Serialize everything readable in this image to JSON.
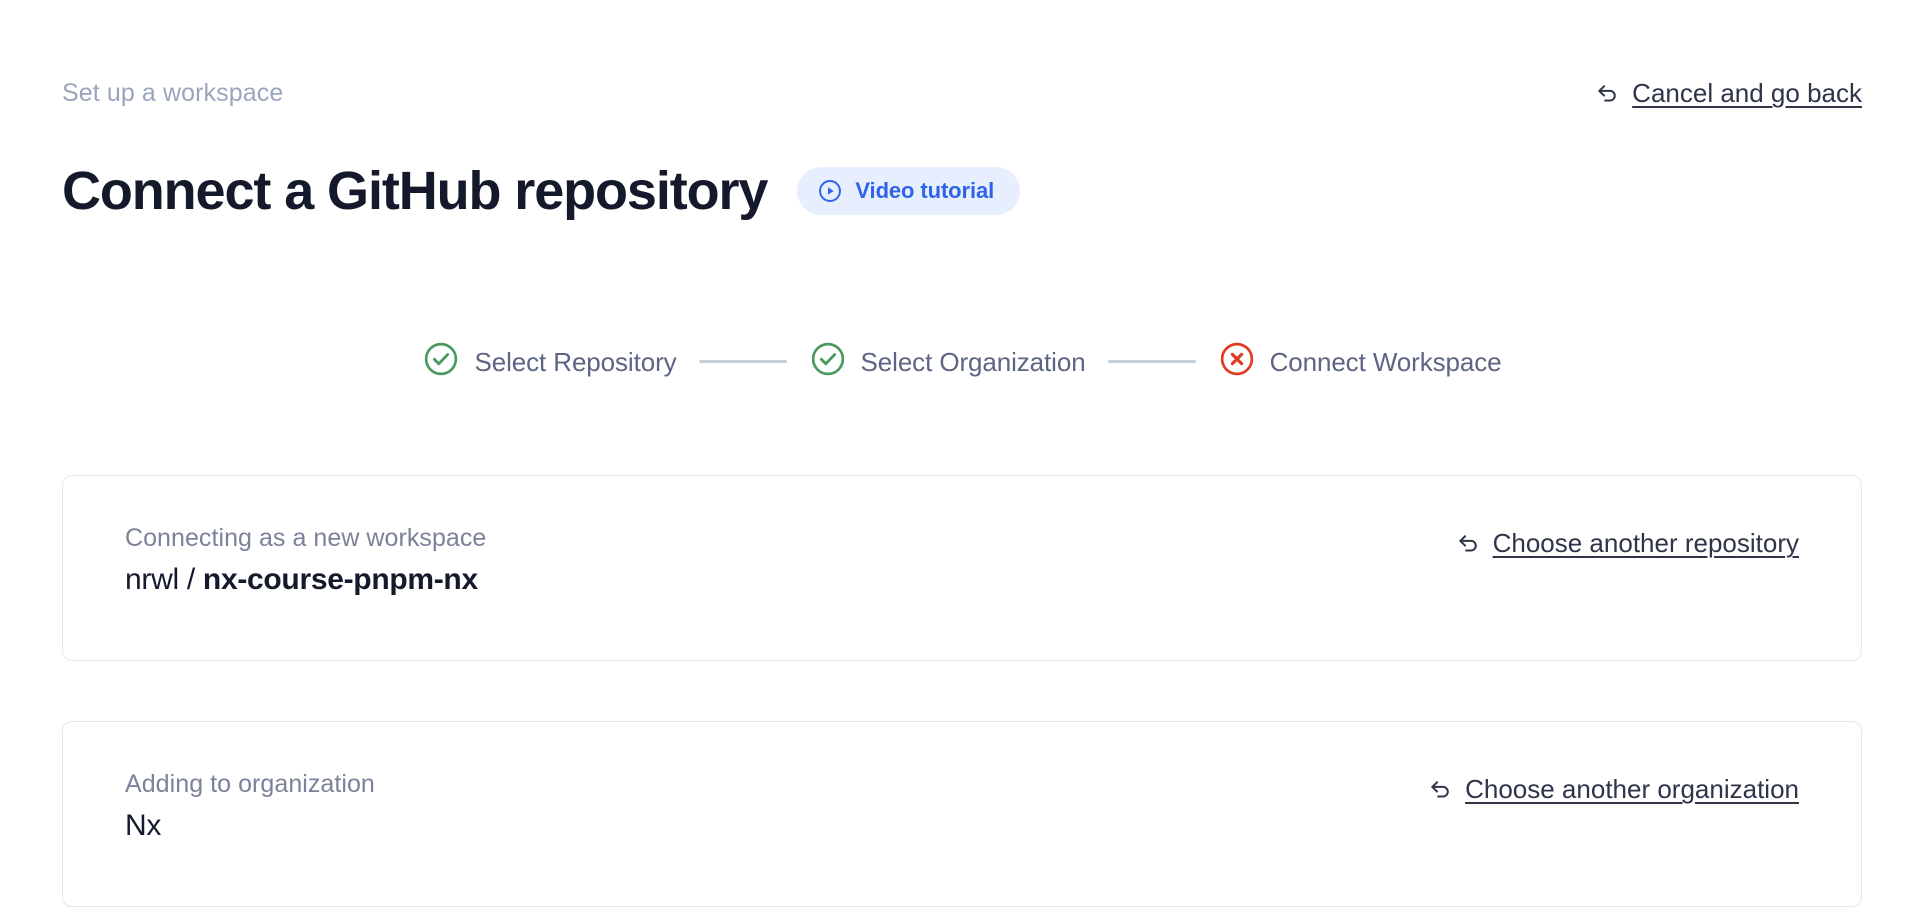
{
  "header": {
    "eyebrow": "Set up a workspace",
    "title": "Connect a GitHub repository",
    "video_tutorial_label": "Video tutorial",
    "cancel_label": "Cancel and go back"
  },
  "stepper": {
    "steps": [
      {
        "label": "Select Repository",
        "state": "complete",
        "icon": "check-circle-icon"
      },
      {
        "label": "Select Organization",
        "state": "complete",
        "icon": "check-circle-icon"
      },
      {
        "label": "Connect Workspace",
        "state": "error",
        "icon": "x-circle-icon"
      }
    ]
  },
  "cards": [
    {
      "caption": "Connecting as a new workspace",
      "value_prefix": "nrwl / ",
      "value_strong": "nx-course-pnpm-nx",
      "action_label": "Choose another repository",
      "action_icon": "arrow-uturn-left-icon"
    },
    {
      "caption": "Adding to organization",
      "value_prefix": "Nx",
      "value_strong": "",
      "action_label": "Choose another organization",
      "action_icon": "arrow-uturn-left-icon"
    }
  ],
  "colors": {
    "accent_blue": "#2f64e8",
    "pill_background": "#e7eefd",
    "step_complete": "#4a9a5f",
    "step_error": "#e03b22",
    "connector": "#c6cddd",
    "title": "#15192c",
    "muted": "#9aa5bd",
    "card_border": "#e6e8f0"
  }
}
